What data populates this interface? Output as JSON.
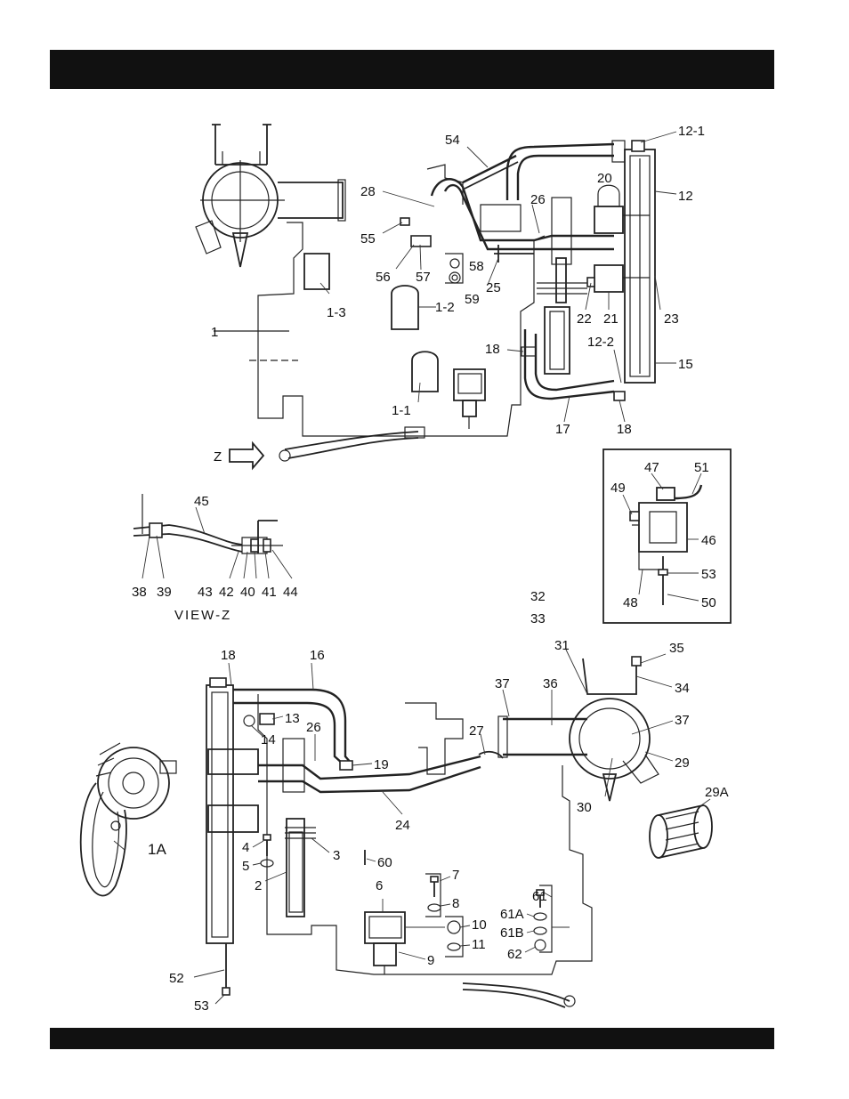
{
  "header": {
    "title": ""
  },
  "footer": {
    "text": ""
  },
  "view_label": "VIEW-Z",
  "view_marker": "Z",
  "callouts": {
    "c12_1": "12-1",
    "c12": "12",
    "c54": "54",
    "c20": "20",
    "c28": "28",
    "c26a": "26",
    "c55": "55",
    "c56": "56",
    "c57": "57",
    "c58": "58",
    "c59": "59",
    "c25": "25",
    "c22": "22",
    "c21": "21",
    "c23": "23",
    "c1_3": "1-3",
    "c1_2": "1-2",
    "c1": "1",
    "c18a": "18",
    "c12_2": "12-2",
    "c15": "15",
    "c1_1": "1-1",
    "c17": "17",
    "c18b": "18",
    "c45": "45",
    "c38": "38",
    "c39": "39",
    "c43": "43",
    "c42": "42",
    "c40": "40",
    "c41": "41",
    "c44": "44",
    "c47": "47",
    "c51": "51",
    "c49": "49",
    "c46": "46",
    "c53a": "53",
    "c48": "48",
    "c50": "50",
    "c32": "32",
    "c33": "33",
    "c31": "31",
    "c35": "35",
    "c34": "34",
    "c37a": "37",
    "c36": "36",
    "c37b": "37",
    "c29": "29",
    "c29a": "29A",
    "c30": "30",
    "c27": "27",
    "c18c": "18",
    "c16": "16",
    "c13": "13",
    "c14": "14",
    "c26b": "26",
    "c19": "19",
    "c24": "24",
    "c1a": "1A",
    "c4": "4",
    "c5": "5",
    "c3": "3",
    "c2": "2",
    "c60": "60",
    "c6": "6",
    "c7": "7",
    "c8": "8",
    "c10": "10",
    "c11": "11",
    "c9": "9",
    "c61": "61",
    "c61a": "61A",
    "c61b": "61B",
    "c62": "62",
    "c52": "52",
    "c53b": "53"
  }
}
